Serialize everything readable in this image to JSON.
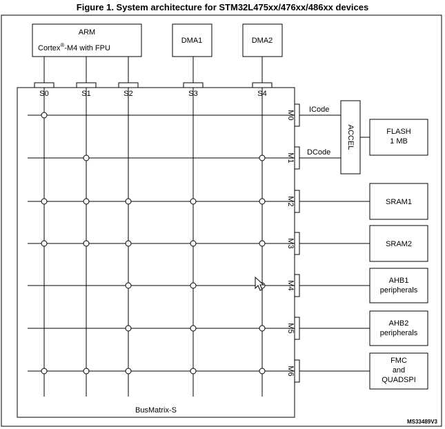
{
  "figure_title": "Figure 1. System architecture for STM32L475xx/476xx/486xx devices",
  "masters": {
    "arm": {
      "line1": "ARM",
      "line2_prefix": "Cortex",
      "line2_sup": "®",
      "line2_suffix": "-M4 with FPU"
    },
    "dma1": "DMA1",
    "dma2": "DMA2"
  },
  "slave_ports": [
    "S0",
    "S1",
    "S2",
    "S3",
    "S4"
  ],
  "master_ports": [
    "M0",
    "M1",
    "M2",
    "M3",
    "M4",
    "M5",
    "M6"
  ],
  "bus_labels": {
    "icode": "ICode",
    "dcode": "DCode"
  },
  "accel": "ACCEL",
  "targets": {
    "flash": {
      "line1": "FLASH",
      "line2": "1 MB"
    },
    "sram1": "SRAM1",
    "sram2": "SRAM2",
    "ahb1": {
      "line1": "AHB1",
      "line2": "peripherals"
    },
    "ahb2": {
      "line1": "AHB2",
      "line2": "peripherals"
    },
    "fmc": {
      "line1": "FMC",
      "line2": "and",
      "line3": "QUADSPI"
    }
  },
  "busmatrix": "BusMatrix-S",
  "ref_code": "MS33489V3",
  "connections": {
    "M0": [
      "S0"
    ],
    "M1": [
      "S1",
      "S4"
    ],
    "M2": [
      "S0",
      "S1",
      "S2",
      "S3",
      "S4"
    ],
    "M3": [
      "S0",
      "S1",
      "S2",
      "S3",
      "S4"
    ],
    "M4": [
      "S2",
      "S3",
      "S4"
    ],
    "M5": [
      "S2",
      "S3",
      "S4"
    ],
    "M6": [
      "S0",
      "S1",
      "S2",
      "S3",
      "S4"
    ]
  }
}
